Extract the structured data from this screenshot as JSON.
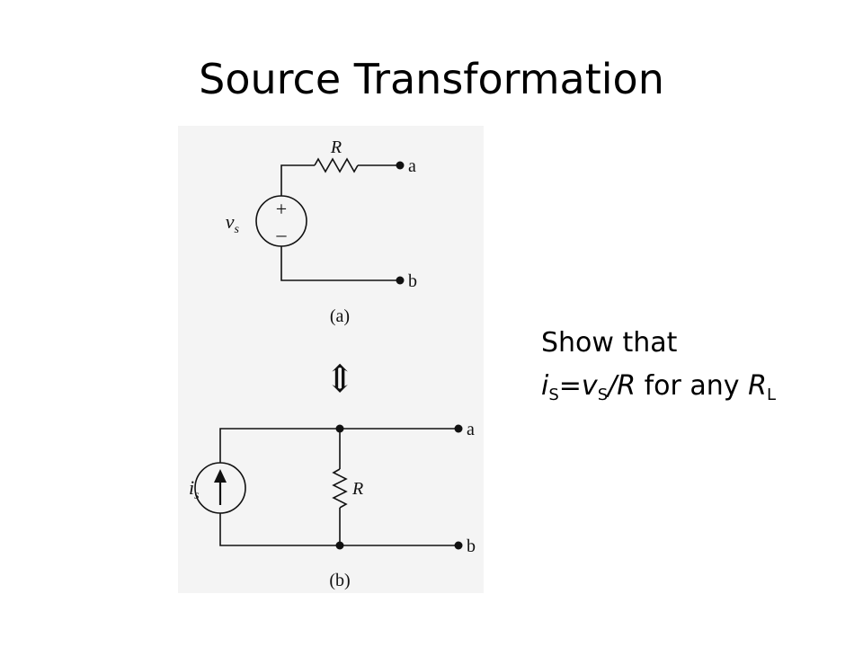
{
  "slide": {
    "title": "Source Transformation"
  },
  "circuit_a": {
    "resistor_label": "R",
    "source_label": "v",
    "source_subscript": "s",
    "plus_sign": "+",
    "minus_sign": "–",
    "terminal_top": "a",
    "terminal_bottom": "b",
    "caption": "(a)"
  },
  "equivalence_arrow": "⇕",
  "circuit_b": {
    "source_label": "i",
    "source_subscript": "s",
    "resistor_label": "R",
    "terminal_top": "a",
    "terminal_bottom": "b",
    "caption": "(b)"
  },
  "note": {
    "line1": "Show that",
    "i": "i",
    "i_sub": "S",
    "equals": "=",
    "v": "v",
    "v_sub": "S",
    "slash_r": "/R",
    "for_any": " for any ",
    "r": "R",
    "r_sub": "L"
  }
}
